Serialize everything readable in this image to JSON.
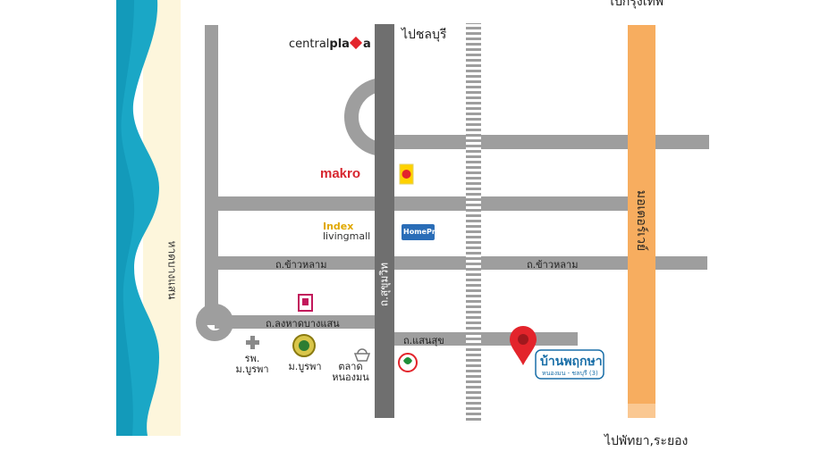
{
  "directions": {
    "top_right": "ไปกรุงเทพ",
    "top_center": "ไปชลบุรี",
    "bottom_right": "ไปพัทยา,ระยอง"
  },
  "beach": {
    "label": "หาดบางแสน"
  },
  "roads": {
    "sukhumvit": "ถ.สุขุมวิท",
    "motorway": "มอเตอร์เวย์",
    "khao_lam_left": "ถ.ข้าวหลาม",
    "khao_lam_right": "ถ.ข้าวหลาม",
    "long_had": "ถ.ลงหาดบางแสน",
    "saen_suk": "ถ.แสนสุข"
  },
  "landmarks": {
    "central_plaza": {
      "text_a": "central",
      "text_b": "pla",
      "text_c": "a"
    },
    "makro": "makro",
    "index": {
      "line1": "Index",
      "line2": "livingmall"
    },
    "homepro": "HomePro",
    "hospital": {
      "line1": "รพ.",
      "line2": "ม.บูรพา"
    },
    "university": "ม.บูรพา",
    "market": {
      "line1": "ตลาด",
      "line2": "หนองมน"
    },
    "project": {
      "name": "บ้านพฤกษา",
      "sub": "หนองมน - ชลบุรี (3)"
    }
  },
  "colors": {
    "road": "#9e9e9e",
    "sukhumvit": "#6f6f6f",
    "motorway": "#f7ad5f",
    "sea": "#1aa7c6",
    "sand": "#fdf6dc",
    "pin": "#e3242b",
    "brand_green": "#1f8f3a"
  }
}
